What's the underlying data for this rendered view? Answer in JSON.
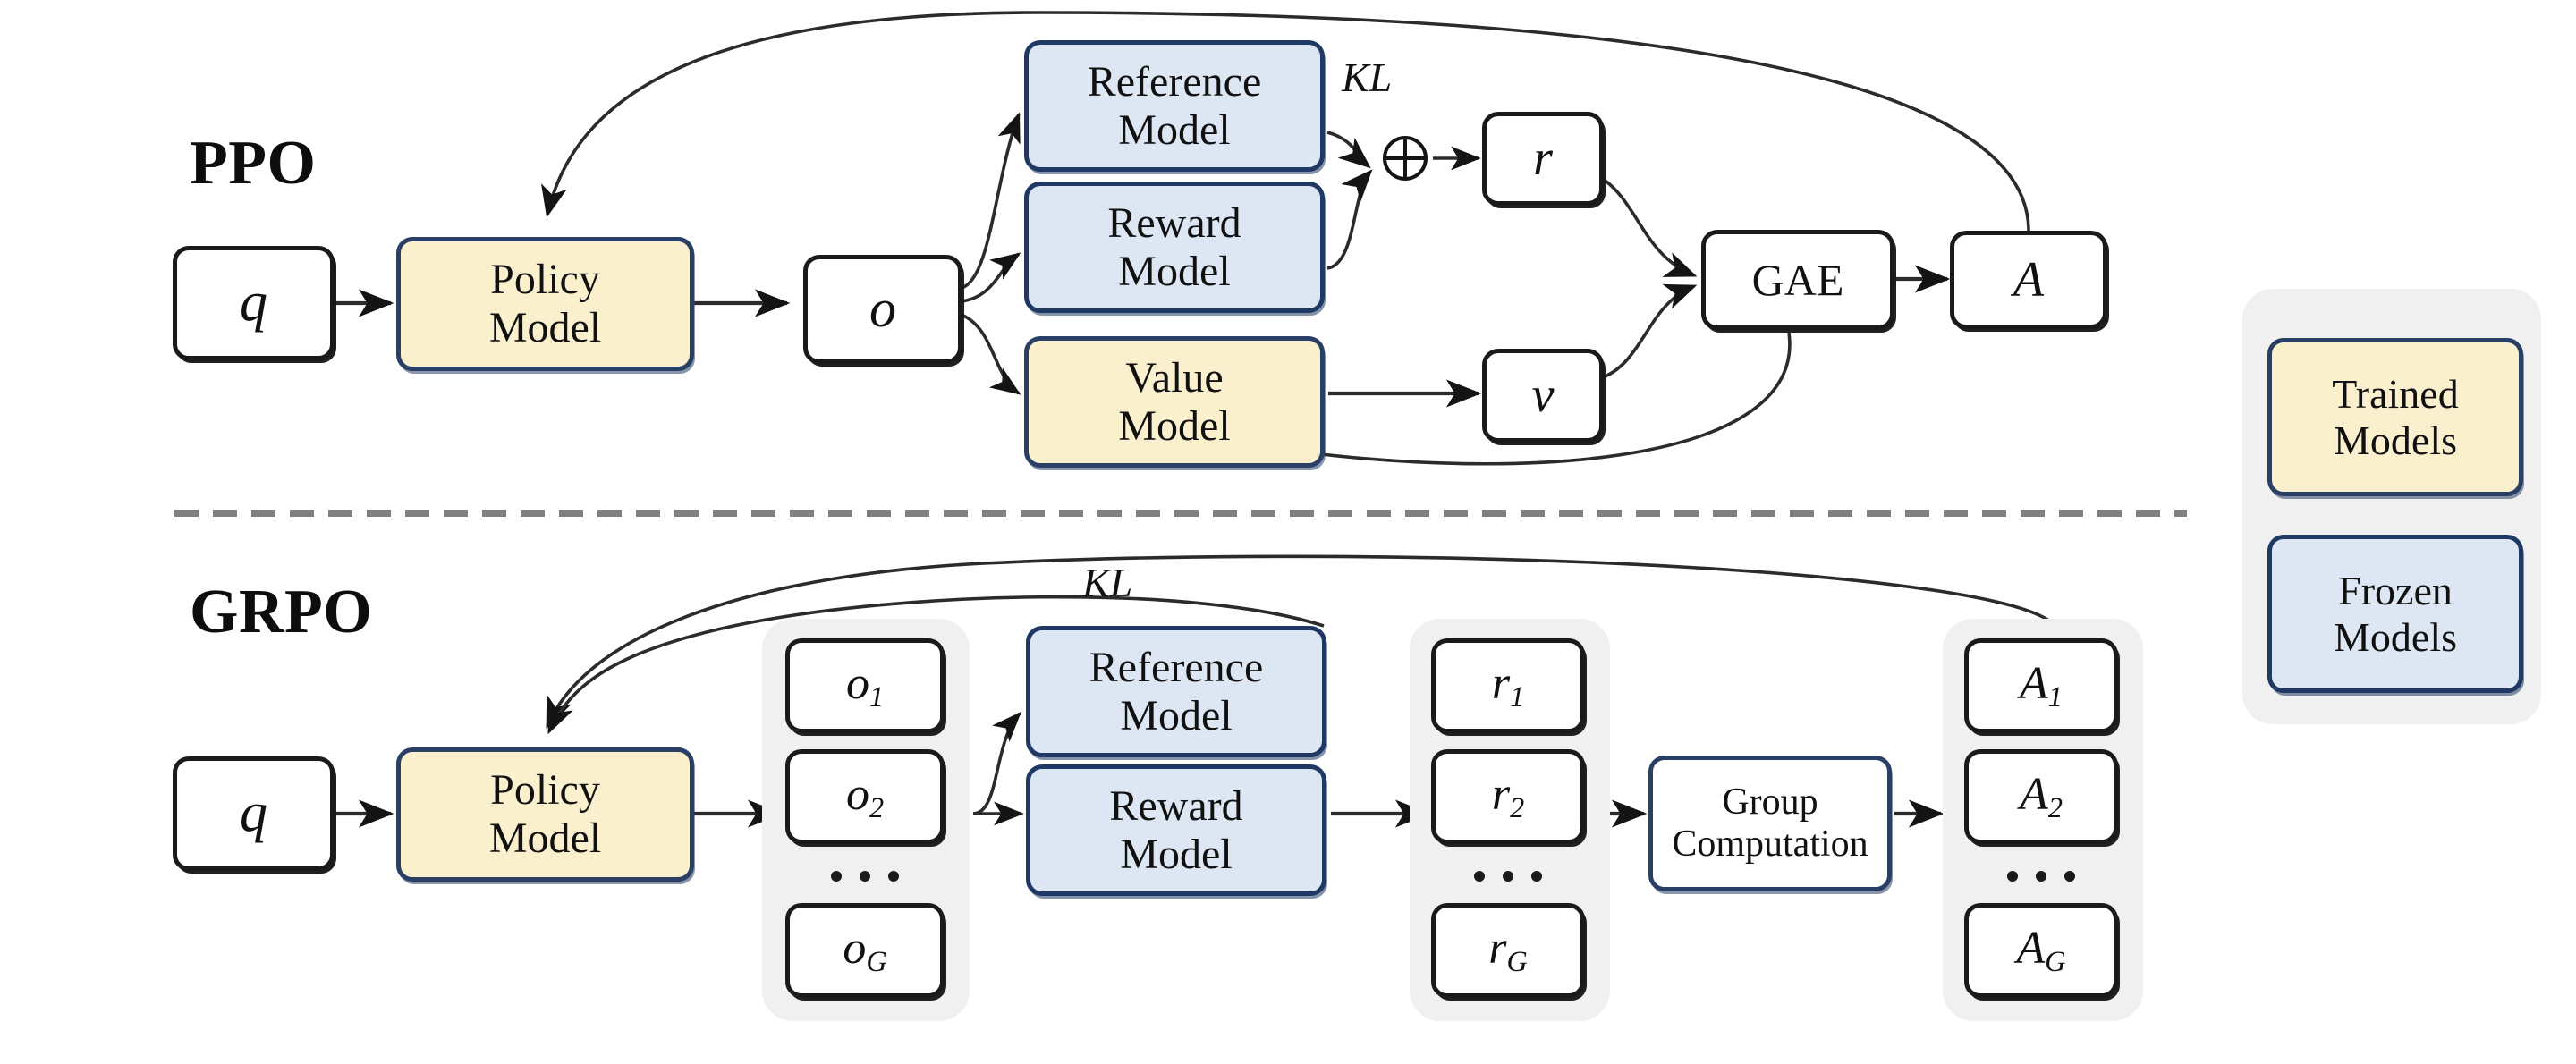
{
  "figure": {
    "title_ppo": "PPO",
    "title_grpo": "GRPO",
    "divider": "dashed-horizontal-rule"
  },
  "ppo": {
    "label": "PPO",
    "nodes": {
      "query": "q",
      "policy_model": "Policy\nModel",
      "policy_model_line1": "Policy",
      "policy_model_line2": "Model",
      "output": "o",
      "reference_model_line1": "Reference",
      "reference_model_line2": "Model",
      "reward_model_line1": "Reward",
      "reward_model_line2": "Model",
      "value_model_line1": "Value",
      "value_model_line2": "Model",
      "reward": "r",
      "value": "v",
      "gae": "GAE",
      "advantage": "A"
    },
    "edge_labels": {
      "kl": "KL"
    },
    "operators": {
      "combine": "⊕"
    }
  },
  "grpo": {
    "label": "GRPO",
    "nodes": {
      "query": "q",
      "policy_model_line1": "Policy",
      "policy_model_line2": "Model",
      "reference_model_line1": "Reference",
      "reference_model_line2": "Model",
      "reward_model_line1": "Reward",
      "reward_model_line2": "Model",
      "group_computation_line1": "Group",
      "group_computation_line2": "Computation"
    },
    "outputs": [
      {
        "base": "o",
        "sub": "1"
      },
      {
        "base": "o",
        "sub": "2"
      },
      {
        "base": "o",
        "sub": "G"
      }
    ],
    "rewards": [
      {
        "base": "r",
        "sub": "1"
      },
      {
        "base": "r",
        "sub": "2"
      },
      {
        "base": "r",
        "sub": "G"
      }
    ],
    "advantages": [
      {
        "base": "A",
        "sub": "1"
      },
      {
        "base": "A",
        "sub": "2"
      },
      {
        "base": "A",
        "sub": "G"
      }
    ],
    "edge_labels": {
      "kl": "KL"
    },
    "ellipsis": "..."
  },
  "legend": {
    "items": [
      {
        "line1": "Trained",
        "line2": "Models",
        "style": "trained"
      },
      {
        "line1": "Frozen",
        "line2": "Models",
        "style": "frozen"
      }
    ]
  },
  "colors": {
    "trained_fill": "#FBF0CE",
    "trained_border": "#2A3F66",
    "frozen_fill": "#DCE7F3",
    "frozen_border": "#1F3864",
    "plain_border": "#1A1A1A",
    "panel_gray": "#F0F0F0",
    "divider_gray": "#808080",
    "background": "#FFFFFF"
  }
}
